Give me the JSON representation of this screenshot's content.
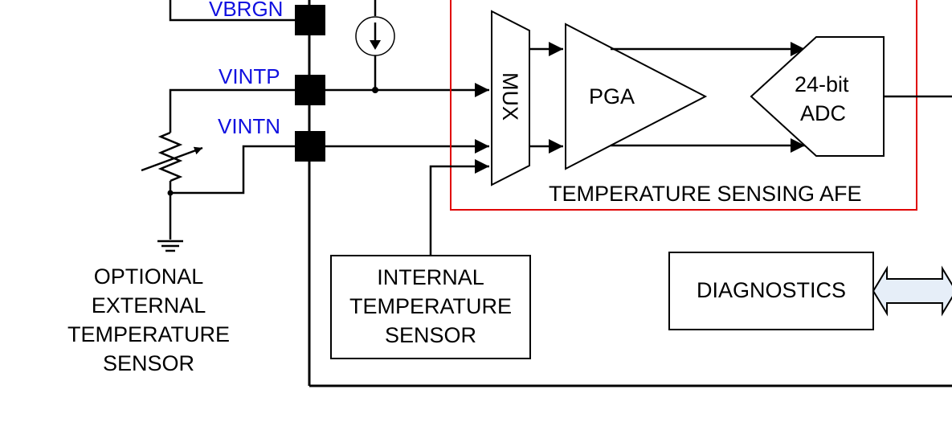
{
  "pins": {
    "vbrgn": "VBRGN",
    "vintp": "VINTP",
    "vintn": "VINTN"
  },
  "blocks": {
    "mux": "MUX",
    "pga": "PGA",
    "adc_line1": "24-bit",
    "adc_line2": "ADC",
    "afe_title": "TEMPERATURE SENSING AFE",
    "internal_sensor": [
      "INTERNAL",
      "TEMPERATURE",
      "SENSOR"
    ],
    "external_sensor": [
      "OPTIONAL",
      "EXTERNAL",
      "TEMPERATURE",
      "SENSOR"
    ],
    "diagnostics": "DIAGNOSTICS"
  },
  "colors": {
    "afe_border": "#e00000",
    "pin_label": "#1010e0",
    "diag_arrow_fill": "#e6eef8"
  }
}
